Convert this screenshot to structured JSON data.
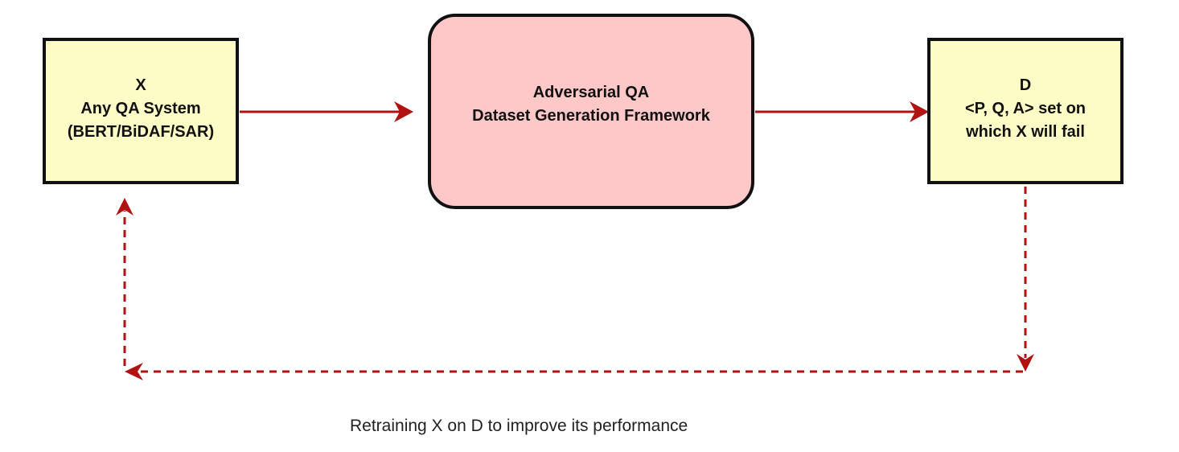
{
  "nodes": {
    "x": {
      "lines": [
        "X",
        "Any QA System",
        "(BERT/BiDAF/SAR)"
      ]
    },
    "framework": {
      "lines": [
        "Adversarial QA",
        "Dataset Generation Framework"
      ]
    },
    "d": {
      "lines": [
        "D",
        "<P, Q, A> set on",
        "which X will fail"
      ]
    }
  },
  "caption": "Retraining X on D to improve its performance",
  "colors": {
    "arrow": "#b31212",
    "box_fill_yellow": "#fdfcc6",
    "box_fill_pink": "#fec8c8",
    "border": "#111111"
  }
}
